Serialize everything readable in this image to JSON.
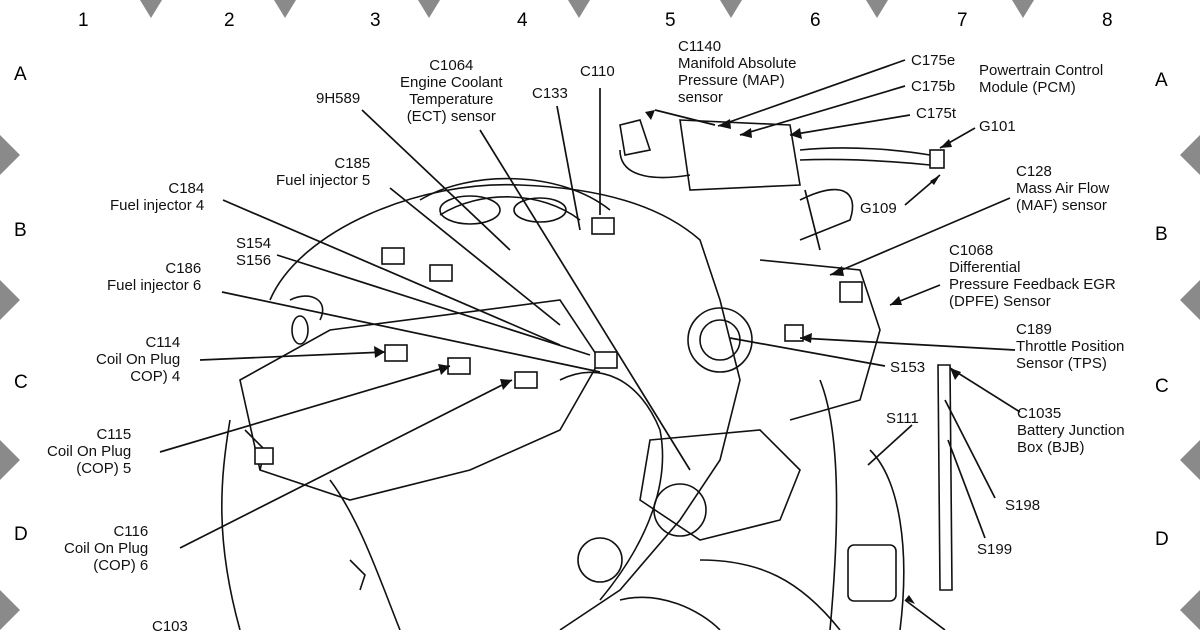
{
  "grid": {
    "columns": [
      "1",
      "2",
      "3",
      "4",
      "5",
      "6",
      "7",
      "8"
    ],
    "rows": [
      "A",
      "B",
      "C",
      "D"
    ]
  },
  "callouts": {
    "c1064": "C1064\nEngine Coolant\nTemperature\n(ECT) sensor",
    "c1140": "C1140\nManifold Absolute\nPressure (MAP)\nsensor",
    "c110": "C110",
    "c133": "C133",
    "h589": "9H589",
    "c175e": "C175e",
    "c175b": "C175b",
    "c175t": "C175t",
    "pcm": "Powertrain Control\nModule (PCM)",
    "g101": "G101",
    "g109": "G109",
    "c185": "C185\nFuel injector 5",
    "c184": "C184\nFuel injector 4",
    "s154": "S154\nS156",
    "c186": "C186\nFuel injector 6",
    "c128": "C128\nMass Air Flow\n(MAF) sensor",
    "c1068": "C1068\nDifferential\nPressure Feedback EGR\n(DPFE) Sensor",
    "c189": "C189\nThrottle Position\nSensor (TPS)",
    "s153": "S153",
    "c114": "C114\nCoil On Plug\nCOP) 4",
    "c115": "C115\nCoil On Plug\n(COP) 5",
    "c116": "C116\nCoil On Plug\n(COP) 6",
    "s111": "S111",
    "c1035": "C1035\nBattery Junction\nBox (BJB)",
    "s198": "S198",
    "s199": "S199",
    "c103": "C103"
  }
}
